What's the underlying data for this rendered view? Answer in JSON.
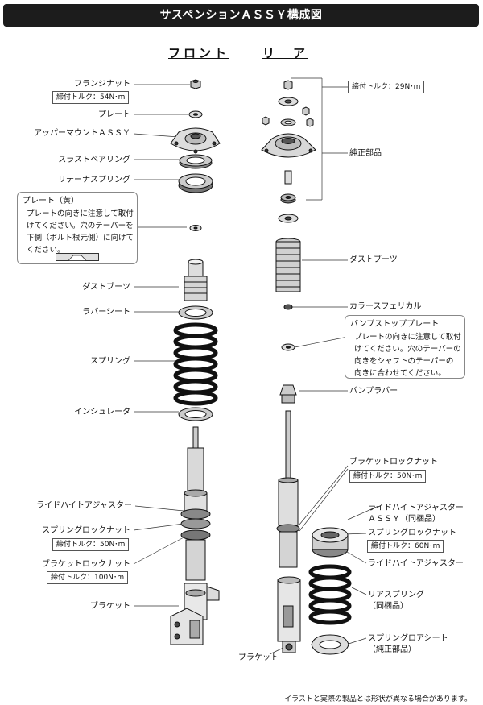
{
  "title": "サスペンションＡＳＳＹ構成図",
  "headers": {
    "front": "フロント",
    "rear": "リ　ア"
  },
  "front_labels": {
    "flange_nut": "フランジナット",
    "flange_torque": "締付トルク：54N･m",
    "plate": "プレート",
    "upper_mount": "アッパーマウントＡＳＳＹ",
    "thrust_bearing": "スラストベアリング",
    "retainer_spring": "リテーナスプリング",
    "dust_boot": "ダストブーツ",
    "rubber_seat": "ラバーシート",
    "spring": "スプリング",
    "insulator": "インシュレータ",
    "ride_height_adjuster": "ライドハイトアジャスター",
    "spring_lock_nut": "スプリングロックナット",
    "spring_lock_torque": "締付トルク：50N･m",
    "bracket_lock_nut": "ブラケットロックナット",
    "bracket_lock_torque": "締付トルク：100N･m",
    "bracket": "ブラケット"
  },
  "front_note": {
    "title": "プレート（黄）",
    "body": "プレートの向きに注意して取付\nけてください。穴のテーパーを\n下側（ボルト根元側）に向けて\nください。"
  },
  "rear_labels": {
    "top_torque": "締付トルク：29N･m",
    "genuine_parts": "純正部品",
    "dust_boot": "ダストブーツ",
    "collar": "カラースフェリカル",
    "bump_rubber": "バンプラバー",
    "bracket_lock_nut": "ブラケットロックナット",
    "bracket_lock_torque": "締付トルク：50N･m",
    "rha_assy_1": "ライドハイトアジャスター",
    "rha_assy_2": "ＡＳＳＹ（同梱品）",
    "spring_lock_nut": "スプリングロックナット",
    "spring_lock_torque": "締付トルク：60N･m",
    "ride_height_adjuster": "ライドハイトアジャスター",
    "rear_spring": "リアスプリング",
    "rear_spring_note": "（同梱品）",
    "lower_seat": "スプリングロアシート",
    "lower_seat_note": "（純正部品）",
    "bracket": "ブラケット"
  },
  "rear_note": {
    "title": "バンプストッププレート",
    "body": "プレートの向きに注意して取付\nけてください。穴のテーパーの\n向きをシャフトのテーパーの\n向きに合わせてください。"
  },
  "footnote": "イラストと実際の製品とは形状が異なる場合があります。"
}
